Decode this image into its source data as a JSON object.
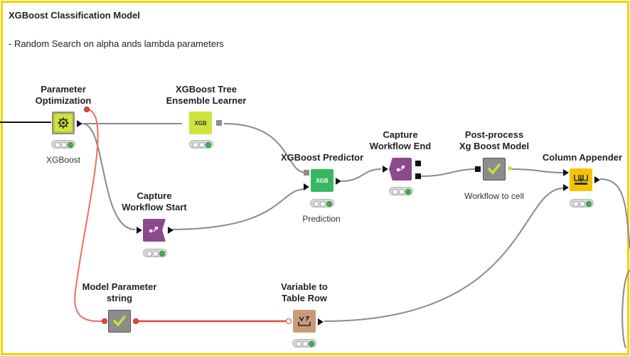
{
  "annotation": {
    "title": "XGBoost Classification Model",
    "description": "- Random Search on alpha ands lambda parameters",
    "border_color": "#f5d20a"
  },
  "nodes": {
    "parameter_optimization": {
      "title_line1": "Parameter",
      "title_line2": "Optimization",
      "subtitle": "XGBoost",
      "color": "#d0e33a",
      "icon": "gear-icon"
    },
    "xgboost_learner": {
      "title_line1": "XGBoost Tree",
      "title_line2": "Ensemble Learner",
      "icon_text": "XGB",
      "color": "#d0e33a"
    },
    "xgboost_predictor": {
      "title_line1": "XGBoost Predictor",
      "icon_text": "XGB",
      "subtitle": "Prediction",
      "color": "#38b763"
    },
    "capture_start": {
      "title_line1": "Capture",
      "title_line2": "Workflow Start",
      "color": "#8a4a8c",
      "icon": "capture-start-icon"
    },
    "capture_end": {
      "title_line1": "Capture",
      "title_line2": "Workflow End",
      "color": "#8a4a8c",
      "icon": "capture-end-icon"
    },
    "post_process": {
      "title_line1": "Post-process",
      "title_line2": "Xg Boost Model",
      "subtitle": "Workflow to cell",
      "color": "#8c8c8c",
      "icon": "checkmark-icon"
    },
    "column_appender": {
      "title_line1": "Column Appender",
      "color": "#f5c400",
      "icon": "column-append-icon"
    },
    "model_param_string": {
      "title_line1": "Model Parameter",
      "title_line2": "string",
      "color": "#8c8c8c",
      "icon": "checkmark-icon"
    },
    "variable_to_row": {
      "title_line1": "Variable to",
      "title_line2": "Table Row",
      "color": "#c99b7a",
      "icon": "variable-to-row-icon"
    }
  },
  "colors": {
    "data_wire": "#8a8a8a",
    "flow_variable_wire": "#f26b63",
    "status_ok": "#3cb44b"
  }
}
